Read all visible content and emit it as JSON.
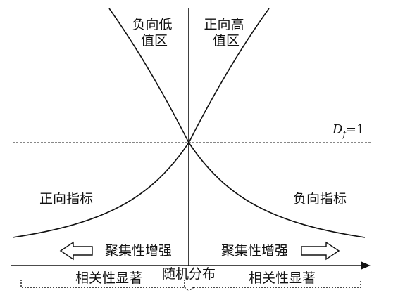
{
  "labels": {
    "neg_low": [
      "负向低",
      "值区"
    ],
    "pos_high": [
      "正向高",
      "值区"
    ],
    "df_main": "D",
    "df_sub": "f",
    "df_rest": "=1",
    "pos_indicator": "正向指标",
    "neg_indicator": "负向指标",
    "agg_left": "聚集性增强",
    "agg_right": "聚集性增强",
    "random": "随机分布",
    "corr_left": "相关性显著",
    "corr_right": "相关性显著"
  },
  "colors": {
    "ink": "#111111",
    "background": "#ffffff"
  }
}
